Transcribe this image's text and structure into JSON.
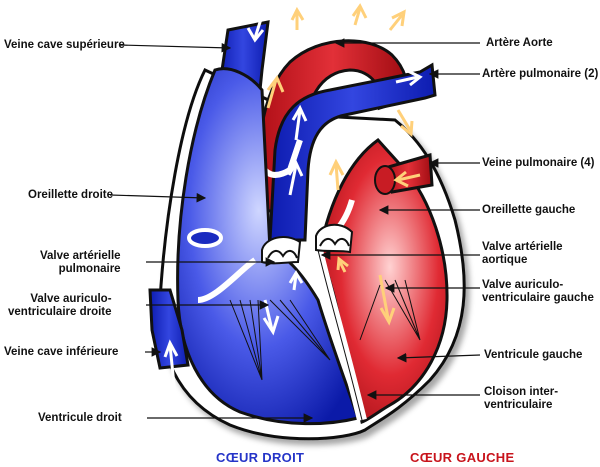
{
  "labels_left": {
    "vcs": "Veine cave supérieure",
    "od": "Oreillette droite",
    "vap": "Valve artérielle\npulmonaire",
    "vavd": "Valve auriculo-\nventriculaire droite",
    "vci": "Veine cave inférieure",
    "vd": "Ventricule droit"
  },
  "labels_right": {
    "aorte": "Artère Aorte",
    "ap": "Artère pulmonaire (2)",
    "vp": "Veine pulmonaire (4)",
    "og": "Oreillette gauche",
    "vaa": "Valve artérielle\naortique",
    "vavg": "Valve auriculo-\nventriculaire gauche",
    "vg": "Ventricule gauche",
    "civ": "Cloison inter-\nventriculaire"
  },
  "captions": {
    "right_heart": "CŒUR DROIT",
    "left_heart": "CŒUR GAUCHE"
  },
  "colors": {
    "blue": "#1530c8",
    "red": "#c8121c",
    "text": "#111111",
    "caption_blue": "#2534c8",
    "caption_red": "#c8141c"
  }
}
